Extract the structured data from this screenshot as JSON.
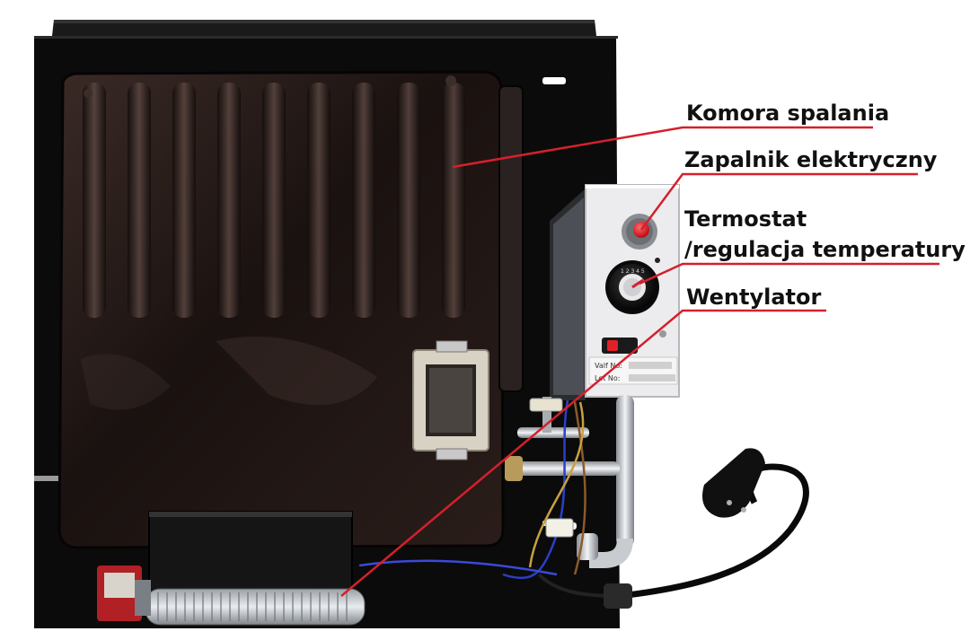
{
  "callouts": {
    "combustion_chamber": "Komora spalania",
    "electric_igniter": "Zapalnik elektryczny",
    "thermostat_line1": "Termostat",
    "thermostat_line2": "/regulacja temperatury",
    "fan": "Wentylator"
  },
  "control_panel": {
    "valf_label": "Valf No:",
    "lot_label": "Lot No:"
  },
  "colors": {
    "leader_line": "#d4202c",
    "frame": "#0d0d0d",
    "chamber": "#1c1412",
    "panel": "#ededf0",
    "igniter_button": "#e32028"
  }
}
